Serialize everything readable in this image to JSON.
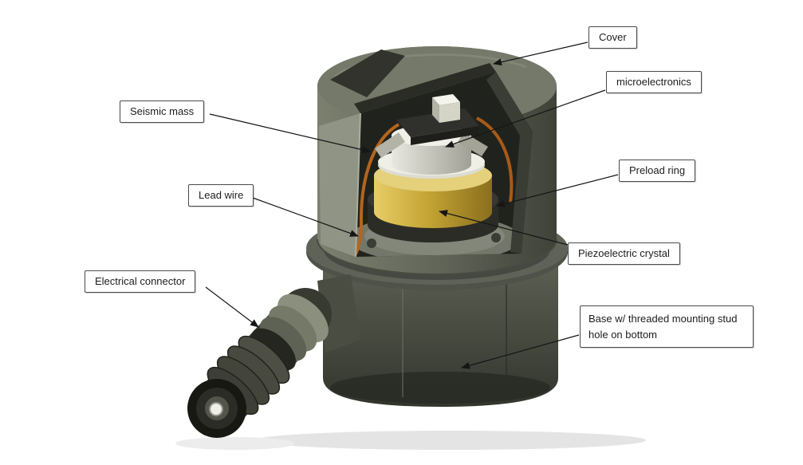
{
  "figure": {
    "labels": [
      {
        "id": "cover",
        "text": "Cover"
      },
      {
        "id": "microelectronics",
        "text": "microelectronics"
      },
      {
        "id": "seismic-mass",
        "text": "Seismic mass"
      },
      {
        "id": "preload-ring",
        "text": "Preload ring"
      },
      {
        "id": "lead-wire",
        "text": "Lead wire"
      },
      {
        "id": "piezoelectric-crystal",
        "text": "Piezoelectric crystal"
      },
      {
        "id": "electrical-connector",
        "text": "Electrical connector"
      },
      {
        "id": "base",
        "text": "Base w/ threaded mounting stud hole on bottom"
      }
    ],
    "colors": {
      "label_border": "#4a4a4a",
      "housing": "#5f6356",
      "crystal": "#c4a534",
      "wire": "#b5651d",
      "arrow": "#161616",
      "background": "#ffffff"
    }
  }
}
